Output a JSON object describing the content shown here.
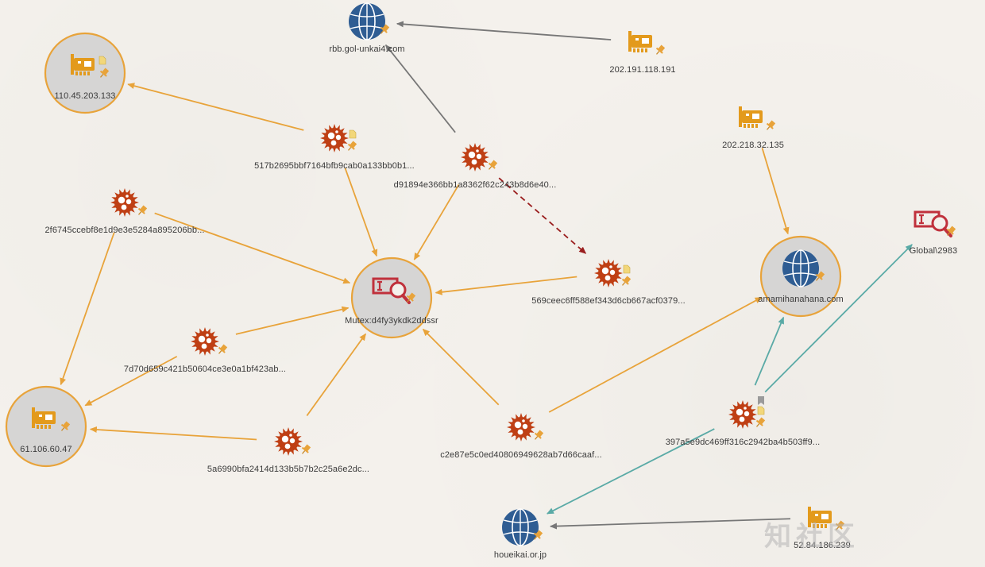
{
  "colors": {
    "edge_default": "#e8a33a",
    "edge_gray": "#777777",
    "edge_teal": "#5aaaa6",
    "edge_dashed": "#9a1e1e",
    "malware": "#bf3f14",
    "ip": "#e39a1c",
    "domain": "#2f5d93",
    "mutex": "#c0313c",
    "focus_ring": "#e8a33a"
  },
  "nodes": [
    {
      "id": "n_rbb",
      "type": "domain",
      "label": "rbb.gol-unkai4.com",
      "focused": false,
      "doc": false,
      "bookmark": false
    },
    {
      "id": "n_202191",
      "type": "ip",
      "label": "202.191.118.191",
      "focused": false,
      "doc": false,
      "bookmark": false
    },
    {
      "id": "n_110",
      "type": "ip",
      "label": "110.45.203.133",
      "focused": true,
      "doc": true,
      "bookmark": false
    },
    {
      "id": "n_517",
      "type": "malware",
      "label": "517b2695bbf7164bfb9cab0a133bb0b1...",
      "focused": false,
      "doc": true,
      "bookmark": false
    },
    {
      "id": "n_d91",
      "type": "malware",
      "label": "d91894e366bb1a8362f62c243b8d6e40...",
      "focused": false,
      "doc": false,
      "bookmark": false
    },
    {
      "id": "n_202218",
      "type": "ip",
      "label": "202.218.32.135",
      "focused": false,
      "doc": false,
      "bookmark": false
    },
    {
      "id": "n_2f6",
      "type": "malware",
      "label": "2f6745ccebf8e1d9e3e5284a895206bb...",
      "focused": false,
      "doc": false,
      "bookmark": false
    },
    {
      "id": "n_mutex",
      "type": "mutex",
      "label": "Mutex:d4fy3ykdk2ddssr",
      "focused": true,
      "doc": false,
      "bookmark": false
    },
    {
      "id": "n_569",
      "type": "malware",
      "label": "569ceec6ff588ef343d6cb667acf0379...",
      "focused": false,
      "doc": true,
      "bookmark": false
    },
    {
      "id": "n_amami",
      "type": "domain",
      "label": "amamihanahana.com",
      "focused": true,
      "doc": false,
      "bookmark": false
    },
    {
      "id": "n_global",
      "type": "mutex",
      "label": "Global\\2983",
      "focused": false,
      "doc": false,
      "bookmark": false
    },
    {
      "id": "n_7d7",
      "type": "malware",
      "label": "7d70d659c421b50604ce3e0a1bf423ab...",
      "focused": false,
      "doc": false,
      "bookmark": false
    },
    {
      "id": "n_61",
      "type": "ip",
      "label": "61.106.60.47",
      "focused": true,
      "doc": false,
      "bookmark": false
    },
    {
      "id": "n_5a6",
      "type": "malware",
      "label": "5a6990bfa2414d133b5b7b2c25a6e2dc...",
      "focused": false,
      "doc": false,
      "bookmark": false
    },
    {
      "id": "n_c2e",
      "type": "malware",
      "label": "c2e87e5c0ed40806949628ab7d66caaf...",
      "focused": false,
      "doc": false,
      "bookmark": false
    },
    {
      "id": "n_397",
      "type": "malware",
      "label": "397a5e9dc469ff316c2942ba4b503ff9...",
      "focused": false,
      "doc": true,
      "bookmark": true
    },
    {
      "id": "n_houei",
      "type": "domain",
      "label": "houeikai.or.jp",
      "focused": false,
      "doc": false,
      "bookmark": false
    },
    {
      "id": "n_52",
      "type": "ip",
      "label": "52.84.186.239",
      "focused": false,
      "doc": false,
      "bookmark": false
    }
  ],
  "edges": [
    {
      "from": "n_202191",
      "to": "n_rbb",
      "style": "gray"
    },
    {
      "from": "n_d91",
      "to": "n_rbb",
      "style": "gray"
    },
    {
      "from": "n_517",
      "to": "n_110",
      "style": "default"
    },
    {
      "from": "n_517",
      "to": "n_mutex",
      "style": "default"
    },
    {
      "from": "n_d91",
      "to": "n_mutex",
      "style": "default"
    },
    {
      "from": "n_d91",
      "to": "n_569",
      "style": "dashed"
    },
    {
      "from": "n_2f6",
      "to": "n_mutex",
      "style": "default"
    },
    {
      "from": "n_2f6",
      "to": "n_61",
      "style": "default"
    },
    {
      "from": "n_569",
      "to": "n_mutex",
      "style": "default"
    },
    {
      "from": "n_7d7",
      "to": "n_mutex",
      "style": "default"
    },
    {
      "from": "n_7d7",
      "to": "n_61",
      "style": "default"
    },
    {
      "from": "n_5a6",
      "to": "n_mutex",
      "style": "default"
    },
    {
      "from": "n_5a6",
      "to": "n_61",
      "style": "default"
    },
    {
      "from": "n_c2e",
      "to": "n_mutex",
      "style": "default"
    },
    {
      "from": "n_c2e",
      "to": "n_amami",
      "style": "default"
    },
    {
      "from": "n_202218",
      "to": "n_amami",
      "style": "default"
    },
    {
      "from": "n_397",
      "to": "n_amami",
      "style": "teal"
    },
    {
      "from": "n_397",
      "to": "n_global",
      "style": "teal"
    },
    {
      "from": "n_397",
      "to": "n_houei",
      "style": "teal"
    },
    {
      "from": "n_52",
      "to": "n_houei",
      "style": "gray"
    }
  ],
  "watermark": "知社区"
}
